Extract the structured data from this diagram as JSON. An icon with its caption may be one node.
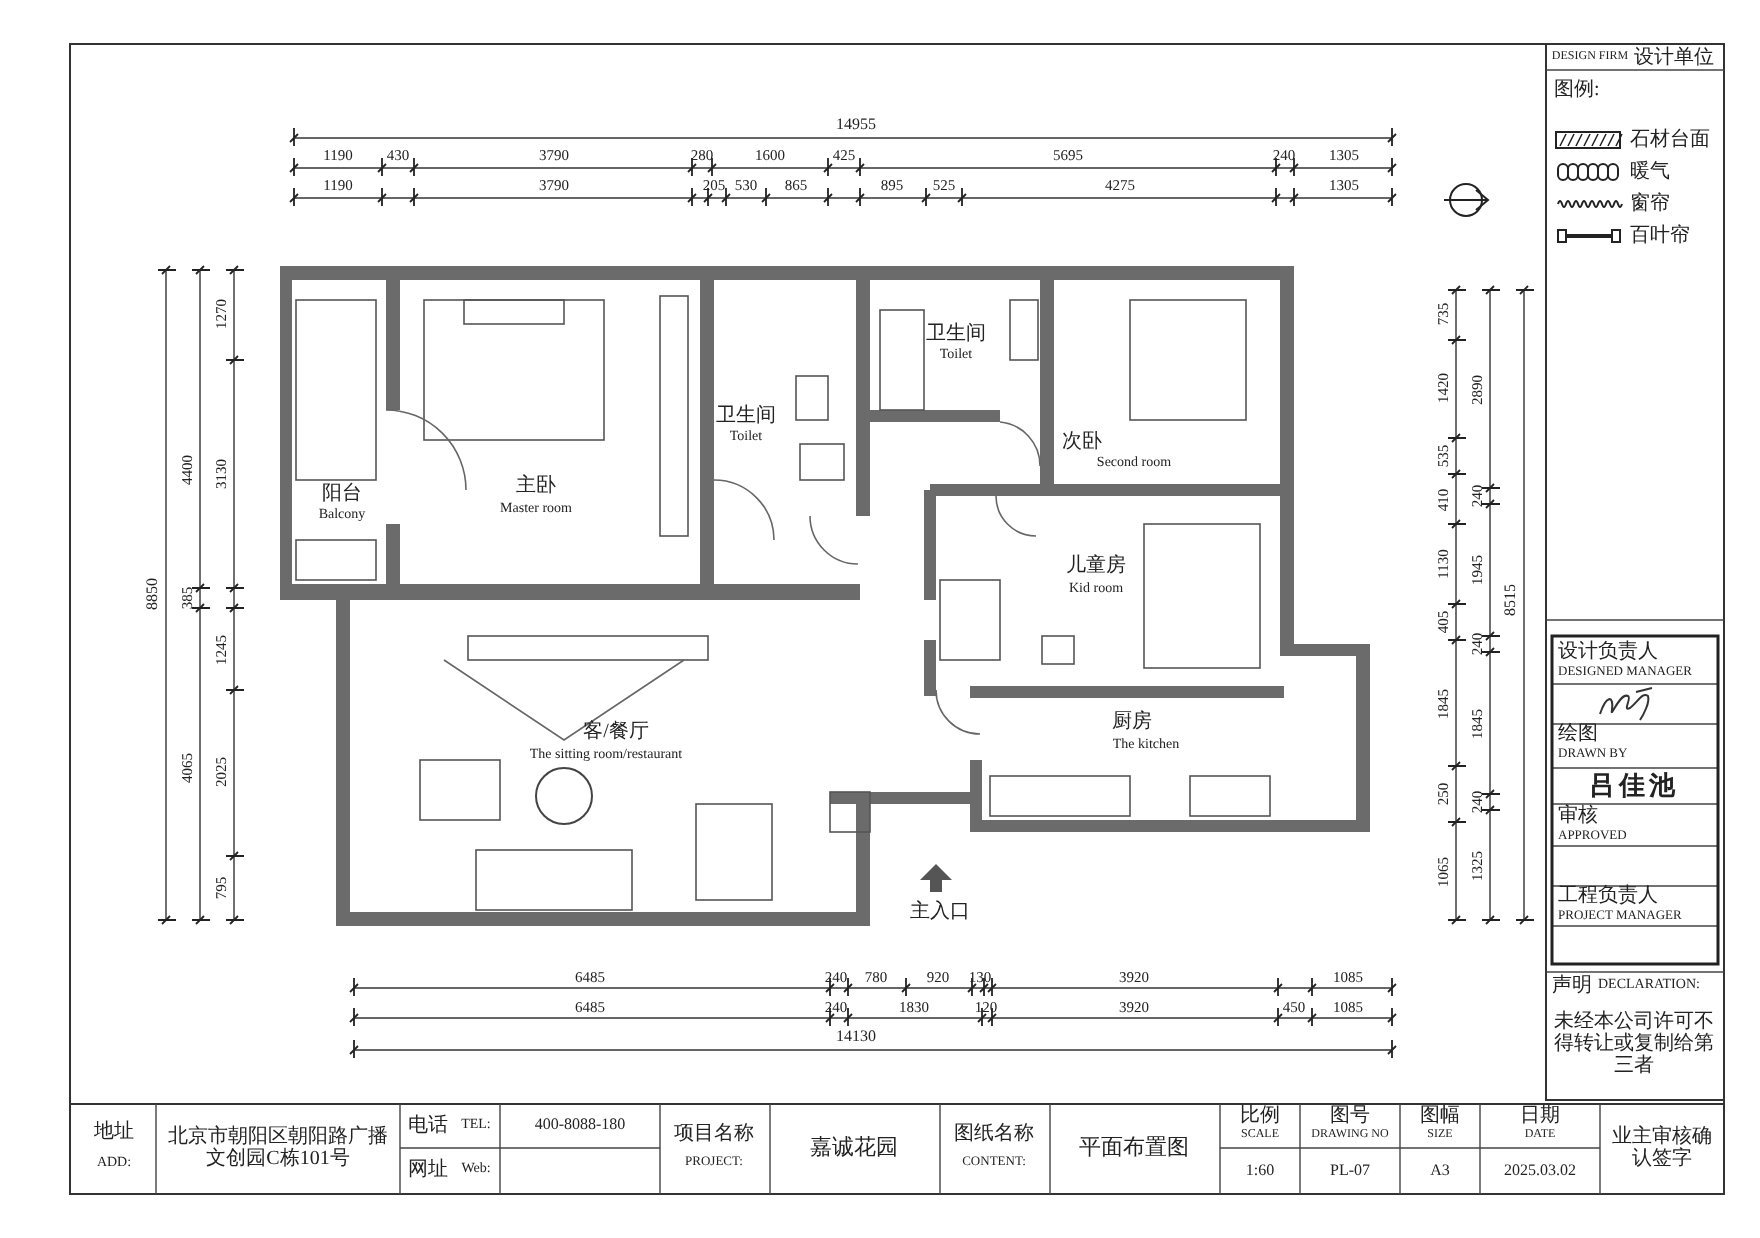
{
  "diagram": {
    "labels": [
      "DESIGN FIRM",
      "设计单位",
      "图例:",
      "14955",
      "1190",
      "430",
      "3790",
      "280",
      "1600",
      "425",
      "5695",
      "240",
      "1305",
      "1190",
      "3790",
      "205",
      "530",
      "865",
      "895",
      "525",
      "4275",
      "1305",
      "卫生间",
      "Toilet",
      "卫生间",
      "Toilet",
      "次卧",
      "Second room",
      "主卧",
      "Master room",
      "阳台",
      "Balcony",
      "儿童房",
      "Kid room",
      "厨房",
      "The kitchen",
      "客/餐厅",
      "The sitting room/restaurant",
      "主入口",
      "8850",
      "4400",
      "385",
      "4065",
      "1270",
      "3130",
      "1245",
      "2025",
      "795",
      "735",
      "1420",
      "535",
      "410",
      "1130",
      "405",
      "1845",
      "250",
      "1065",
      "2890",
      "240",
      "1945",
      "240",
      "1845",
      "240",
      "1325",
      "8515",
      "6485",
      "240",
      "780",
      "920",
      "130",
      "3920",
      "1085",
      "6485",
      "240",
      "1830",
      "120",
      "3920",
      "450",
      "1085",
      "14130",
      "设计负责人",
      "DESIGNED MANAGER",
      "绘图",
      "DRAWN BY",
      "吕佳池",
      "审核",
      "APPROVED",
      "工程负责人",
      "PROJECT MANAGER",
      "声明",
      "DECLARATION:",
      "未经本公司许可不得转让或复制给第三者",
      "地址",
      "ADD:",
      "北京市朝阳区朝阳路广播文创园C栋101号",
      "电话",
      "TEL:",
      "400-8088-180",
      "网址",
      "Web:",
      "项目名称",
      "PROJECT:",
      "嘉诚花园",
      "图纸名称",
      "CONTENT:",
      "平面布置图",
      "比例",
      "SCALE",
      "图号",
      "DRAWING NO",
      "图幅",
      "SIZE",
      "日期",
      "DATE",
      "1:60",
      "PL-07",
      "A3",
      "2025.03.02",
      "业主审核确认签字"
    ],
    "legend": [
      {
        "text": "石材台面"
      },
      {
        "text": "暖气"
      },
      {
        "text": "窗帘"
      },
      {
        "text": "百叶帘"
      }
    ]
  }
}
